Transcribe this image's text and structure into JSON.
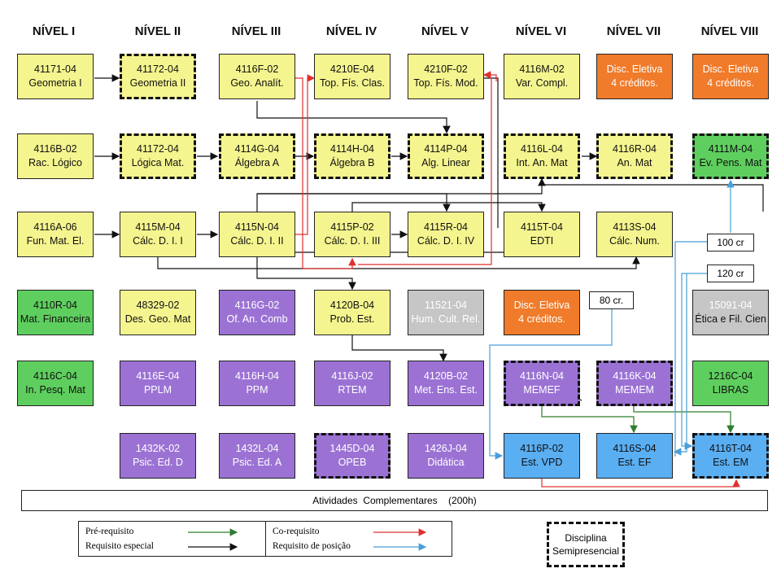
{
  "levels": [
    "NÍVEL I",
    "NÍVEL II",
    "NÍVEL III",
    "NÍVEL IV",
    "NÍVEL V",
    "NÍVEL VI",
    "NÍVEL VII",
    "NÍVEL VIII"
  ],
  "boxes": {
    "r1c1": {
      "code": "41171-04",
      "name": "Geometria  I"
    },
    "r1c2": {
      "code": "41172-04",
      "name": "Geometria  II"
    },
    "r1c3": {
      "code": "4116F-02",
      "name": "Geo. Analít."
    },
    "r1c4": {
      "code": "4210E-04",
      "name": "Top. Fís. Clas."
    },
    "r1c5": {
      "code": "4210F-02",
      "name": "Top. Fís. Mod."
    },
    "r1c6": {
      "code": "4116M-02",
      "name": "Var. Compl."
    },
    "r1c7": {
      "code": "Disc. Eletiva",
      "name": "4 créditos."
    },
    "r1c8": {
      "code": "Disc. Eletiva",
      "name": "4 créditos."
    },
    "r2c1": {
      "code": "4116B-02",
      "name": "Rac. Lógico"
    },
    "r2c2": {
      "code": "41172-04",
      "name": "Lógica Mat."
    },
    "r2c3": {
      "code": "4114G-04",
      "name": "Álgebra A"
    },
    "r2c4": {
      "code": "4114H-04",
      "name": "Álgebra B"
    },
    "r2c5": {
      "code": "4114P-04",
      "name": "Alg. Linear"
    },
    "r2c6": {
      "code": "4116L-04",
      "name": "Int. An. Mat"
    },
    "r2c7": {
      "code": "4116R-04",
      "name": "An. Mat"
    },
    "r2c8": {
      "code": "4111M-04",
      "name": "Ev. Pens. Mat"
    },
    "r3c1": {
      "code": "4116A-06",
      "name": "Fun. Mat. El."
    },
    "r3c2": {
      "code": "4115M-04",
      "name": "Cálc. D. I. I"
    },
    "r3c3": {
      "code": "4115N-04",
      "name": "Cálc. D. I. II"
    },
    "r3c4": {
      "code": "4115P-02",
      "name": "Cálc. D. I. III"
    },
    "r3c5": {
      "code": "4115R-04",
      "name": "Cálc. D. I. IV"
    },
    "r3c6": {
      "code": "4115T-04",
      "name": "EDTI"
    },
    "r3c7": {
      "code": "4113S-04",
      "name": "Cálc. Num."
    },
    "r4c1": {
      "code": "4110R-04",
      "name": "Mat. Financeira"
    },
    "r4c2": {
      "code": "48329-02",
      "name": "Des. Geo. Mat"
    },
    "r4c3": {
      "code": "4116G-02",
      "name": "Of. An. Comb"
    },
    "r4c4": {
      "code": "4120B-04",
      "name": "Prob. Est."
    },
    "r4c5": {
      "code": "11521-04",
      "name": "Hum. Cult. Rel."
    },
    "r4c6": {
      "code": "Disc. Eletiva",
      "name": "4 créditos."
    },
    "r4c8": {
      "code": "15091-04",
      "name": "Ética e Fil. Cien"
    },
    "r5c1": {
      "code": "4116C-04",
      "name": "In. Pesq. Mat"
    },
    "r5c2": {
      "code": "4116E-04",
      "name": "PPLM"
    },
    "r5c3": {
      "code": "4116H-04",
      "name": "PPM"
    },
    "r5c4": {
      "code": "4116J-02",
      "name": "RTEM"
    },
    "r5c5": {
      "code": "4120B-02",
      "name": "Met. Ens. Est."
    },
    "r5c6": {
      "code": "4116N-04",
      "name": "MEMEF"
    },
    "r5c7": {
      "code": "4116K-04",
      "name": "MEMEM"
    },
    "r5c8": {
      "code": "1216C-04",
      "name": "LIBRAS"
    },
    "r6c2": {
      "code": "1432K-02",
      "name": "Psic. Ed. D"
    },
    "r6c3": {
      "code": "1432L-04",
      "name": "Psic. Ed. A"
    },
    "r6c4": {
      "code": "1445D-04",
      "name": "OPEB"
    },
    "r6c5": {
      "code": "1426J-04",
      "name": "Didática"
    },
    "r6c6": {
      "code": "4116P-02",
      "name": "Est. VPD"
    },
    "r6c7": {
      "code": "4116S-04",
      "name": "Est. EF"
    },
    "r6c8": {
      "code": "4116T-04",
      "name": "Est. EM"
    }
  },
  "tags": {
    "t80": "80 cr.",
    "t100": "100 cr",
    "t120": "120 cr"
  },
  "activities": "Atividades  Complementares    (200h)",
  "legend": {
    "pre": "Pré-requisito",
    "esp": "Requisito especial",
    "co": "Co-requisito",
    "pos": "Requisito de posição",
    "semi1": "Disciplina",
    "semi2": "Semipresencial"
  },
  "colors": {
    "pre": "#2e7d2e",
    "esp": "#111111",
    "co": "#e03030",
    "pos": "#4a9fd8",
    "yellow": "#f5f58f",
    "orange": "#f07b2a",
    "green": "#5ecf5e",
    "purple": "#9b72d4",
    "gray": "#c6c6c6",
    "blue": "#5aaef2"
  }
}
